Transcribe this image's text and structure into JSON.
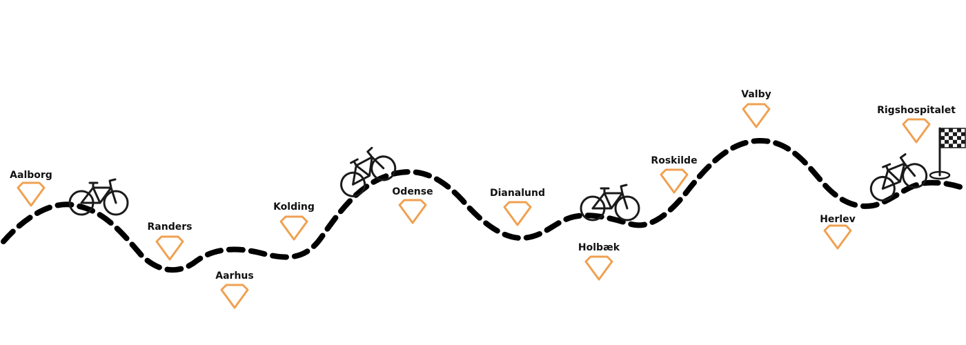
{
  "route": {
    "colors": {
      "path": "#000000",
      "marker": "#f0a050",
      "bike": "#1a1a1a"
    },
    "stops": [
      {
        "name": "Aalborg",
        "icon": "location-marker-icon"
      },
      {
        "name": "Randers",
        "icon": "location-marker-icon"
      },
      {
        "name": "Aarhus",
        "icon": "location-marker-icon"
      },
      {
        "name": "Kolding",
        "icon": "location-marker-icon"
      },
      {
        "name": "Odense",
        "icon": "location-marker-icon"
      },
      {
        "name": "Dianalund",
        "icon": "location-marker-icon"
      },
      {
        "name": "Holbæk",
        "icon": "location-marker-icon"
      },
      {
        "name": "Roskilde",
        "icon": "location-marker-icon"
      },
      {
        "name": "Valby",
        "icon": "location-marker-icon"
      },
      {
        "name": "Herlev",
        "icon": "location-marker-icon"
      },
      {
        "name": "Rigshospitalet",
        "icon": "location-marker-icon"
      }
    ],
    "bikes": [
      "bicycle-icon",
      "bicycle-icon",
      "bicycle-icon",
      "bicycle-icon"
    ],
    "finish": {
      "icon": "checkered-flag-icon"
    }
  }
}
